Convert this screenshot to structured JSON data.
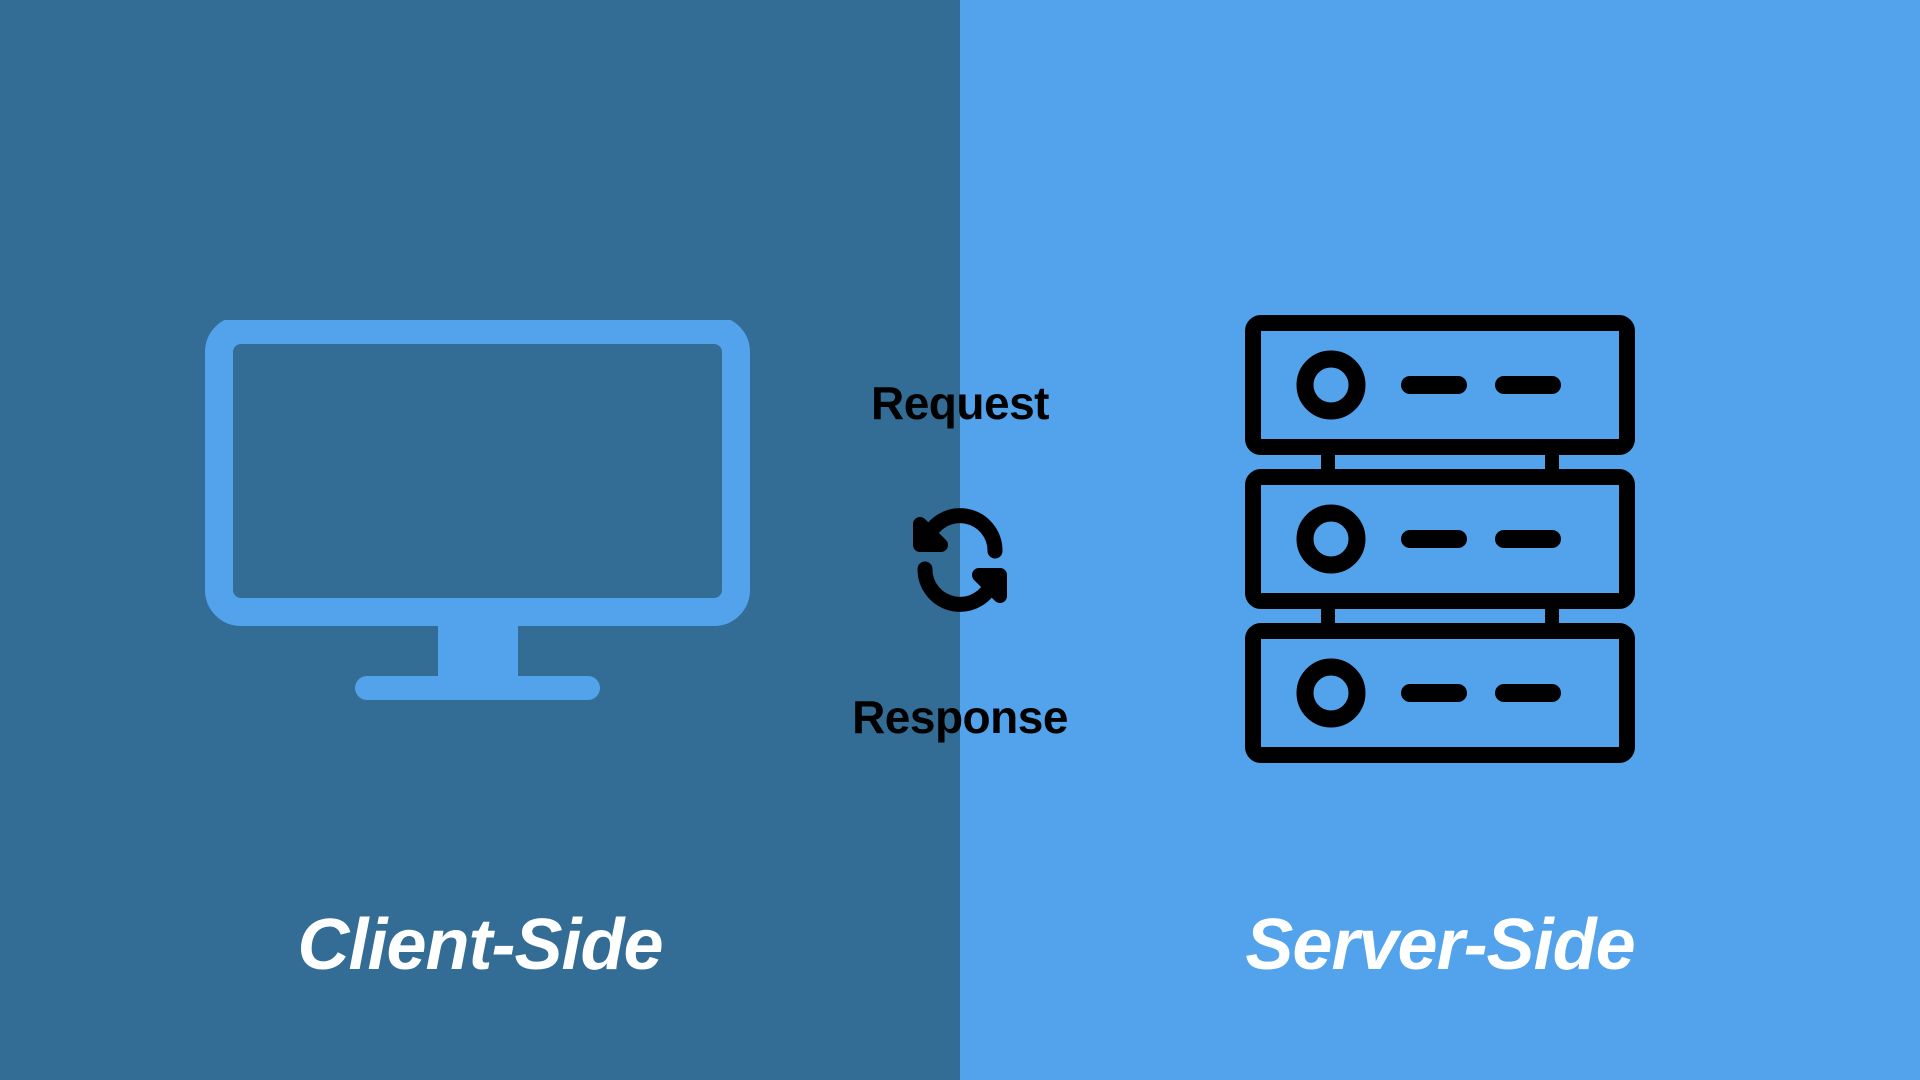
{
  "diagram": {
    "title": "Client-Side vs Server-Side request and response flow",
    "split_ratio": 0.5
  },
  "colors": {
    "left_panel_bg": "#336C94",
    "right_panel_bg": "#52A3EB",
    "monitor_stroke": "#52A3EB",
    "server_stroke": "#000000",
    "exchange_text": "#000000",
    "caption_text": "#FFFFFF"
  },
  "left": {
    "caption": "Client-Side",
    "icon": {
      "name": "desktop-monitor-icon",
      "screen_fill": "#336C94"
    }
  },
  "right": {
    "caption": "Server-Side",
    "icon": {
      "name": "server-rack-icon",
      "unit_count": 3,
      "unit_fill": "#52A3EB"
    }
  },
  "center": {
    "request_label": "Request",
    "response_label": "Response",
    "sync_icon": "sync-refresh-icon"
  }
}
